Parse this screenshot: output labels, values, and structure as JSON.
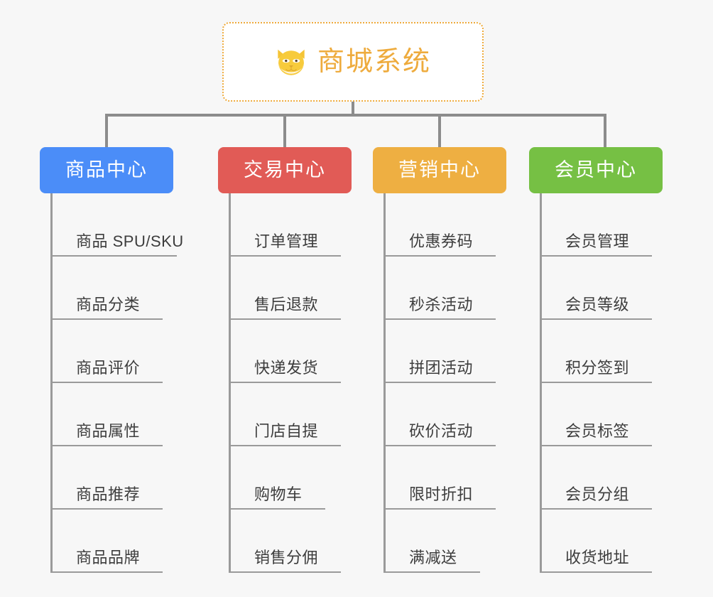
{
  "page": {
    "background_color": "#f7f7f7",
    "line_color": "#8c8c8c"
  },
  "root": {
    "title": "商城系统",
    "icon": "shiba-dog-icon",
    "text_color": "#eeab3d",
    "border_color": "#eeab3d",
    "background_color": "#ffffff"
  },
  "columns": [
    {
      "header": "商品中心",
      "color": "#4b8df8",
      "items": [
        "商品 SPU/SKU",
        "商品分类",
        "商品评价",
        "商品属性",
        "商品推荐",
        "商品品牌"
      ]
    },
    {
      "header": "交易中心",
      "color": "#e15b56",
      "items": [
        "订单管理",
        "售后退款",
        "快递发货",
        "门店自提",
        "购物车",
        "销售分佣"
      ]
    },
    {
      "header": "营销中心",
      "color": "#eeaf42",
      "items": [
        "优惠券码",
        "秒杀活动",
        "拼团活动",
        "砍价活动",
        "限时折扣",
        "满减送"
      ]
    },
    {
      "header": "会员中心",
      "color": "#76c044",
      "items": [
        "会员管理",
        "会员等级",
        "积分签到",
        "会员标签",
        "会员分组",
        "收货地址"
      ]
    }
  ]
}
